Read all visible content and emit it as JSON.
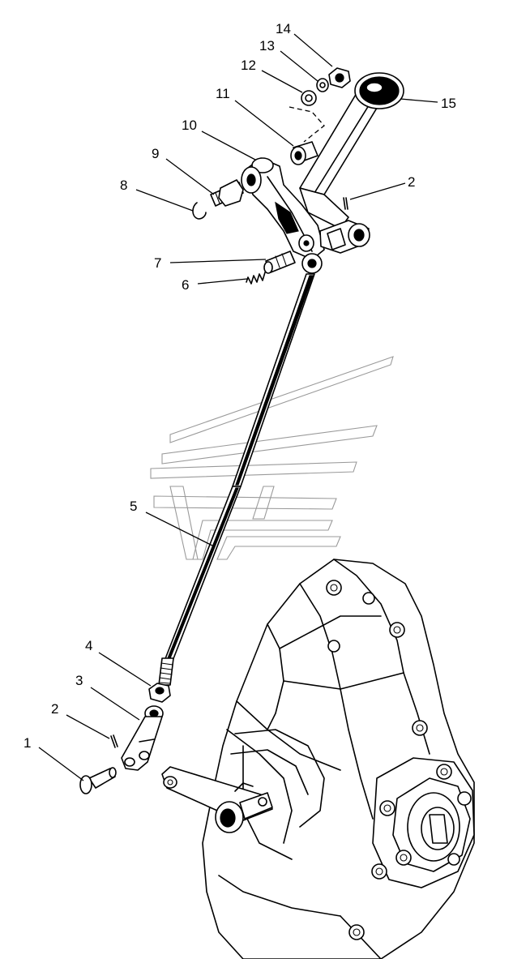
{
  "callouts": [
    {
      "id": "c1",
      "label": "1"
    },
    {
      "id": "c2a",
      "label": "2"
    },
    {
      "id": "c3",
      "label": "3"
    },
    {
      "id": "c4",
      "label": "4"
    },
    {
      "id": "c5",
      "label": "5"
    },
    {
      "id": "c6",
      "label": "6"
    },
    {
      "id": "c7",
      "label": "7"
    },
    {
      "id": "c8",
      "label": "8"
    },
    {
      "id": "c9",
      "label": "9"
    },
    {
      "id": "c10",
      "label": "10"
    },
    {
      "id": "c11",
      "label": "11"
    },
    {
      "id": "c12",
      "label": "12"
    },
    {
      "id": "c13",
      "label": "13"
    },
    {
      "id": "c14",
      "label": "14"
    },
    {
      "id": "c15",
      "label": "15"
    },
    {
      "id": "c2b",
      "label": "2"
    }
  ],
  "colors": {
    "ink": "#000000",
    "paper": "#ffffff",
    "watermark": "#9a9a9a"
  }
}
